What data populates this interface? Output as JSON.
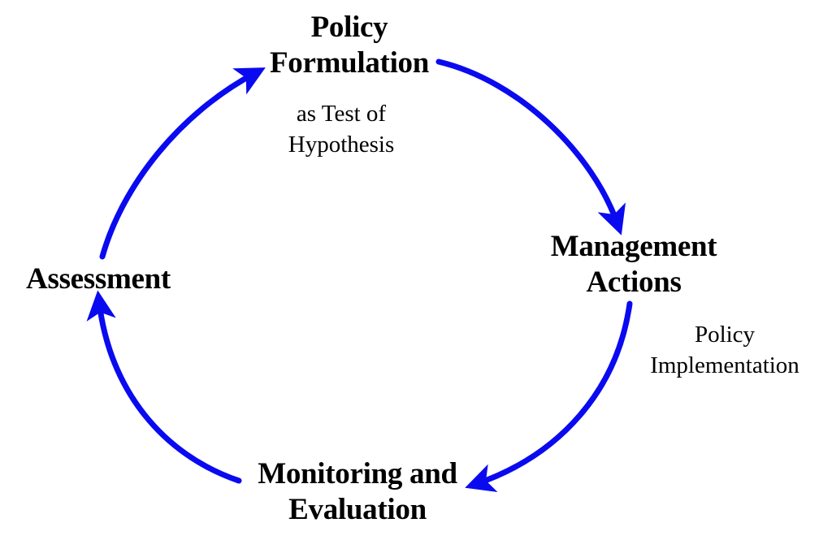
{
  "diagram": {
    "nodes": {
      "policy_formulation": {
        "lines": [
          "Policy",
          "Formulation"
        ]
      },
      "management_actions": {
        "lines": [
          "Management",
          "Actions"
        ]
      },
      "monitoring_evaluation": {
        "lines": [
          "Monitoring and",
          "Evaluation"
        ]
      },
      "assessment": {
        "lines": [
          "Assessment"
        ]
      }
    },
    "annotations": {
      "hypothesis": {
        "lines": [
          "as Test of",
          "Hypothesis"
        ]
      },
      "implementation": {
        "lines": [
          "Policy",
          "Implementation"
        ]
      }
    },
    "colors": {
      "arrow": "#0a0af0",
      "text": "#000000",
      "background": "#ffffff"
    }
  }
}
